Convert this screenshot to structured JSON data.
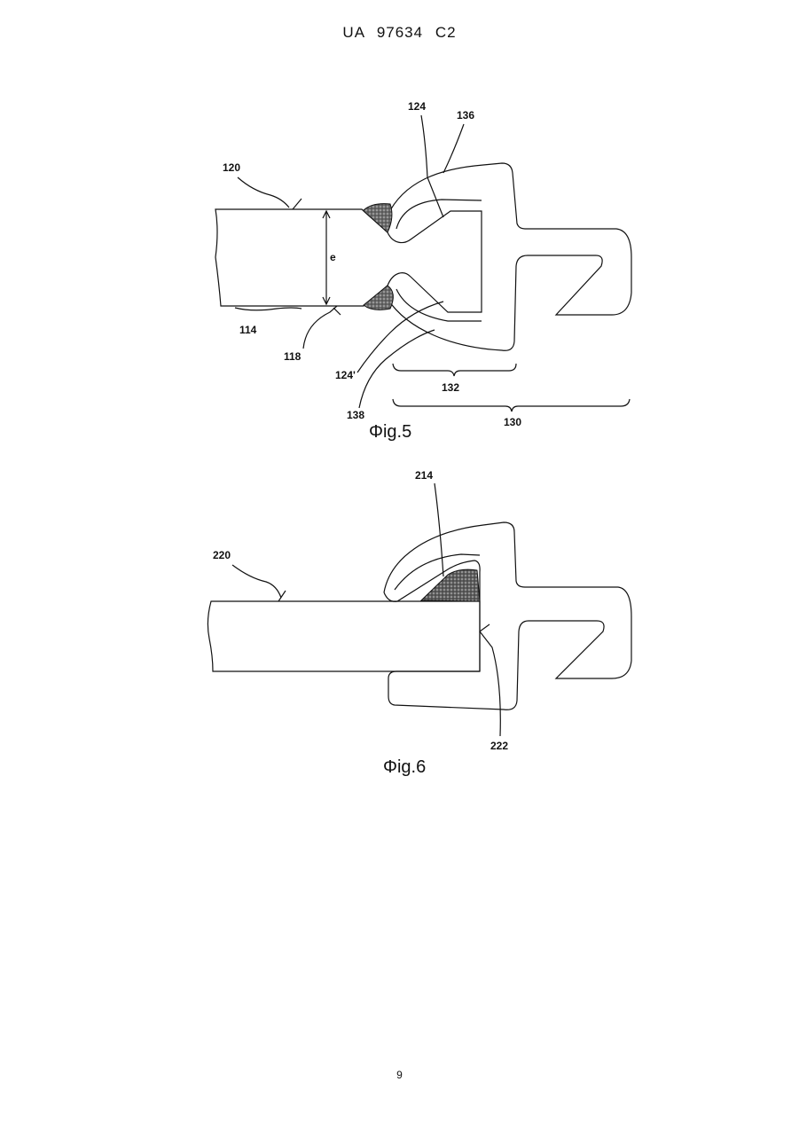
{
  "header": {
    "text": "UA   97634   C2"
  },
  "figure5": {
    "caption": "Φig.5",
    "labels": {
      "l120": "120",
      "l124": "124",
      "l136": "136",
      "le": "e",
      "l114": "114",
      "l118": "118",
      "l124p": "124'",
      "l132": "132",
      "l138": "138",
      "l130": "130"
    }
  },
  "figure6": {
    "caption": "Φig.6",
    "labels": {
      "l214": "214",
      "l220": "220",
      "l222": "222"
    }
  },
  "footer": {
    "page_number": "9"
  }
}
